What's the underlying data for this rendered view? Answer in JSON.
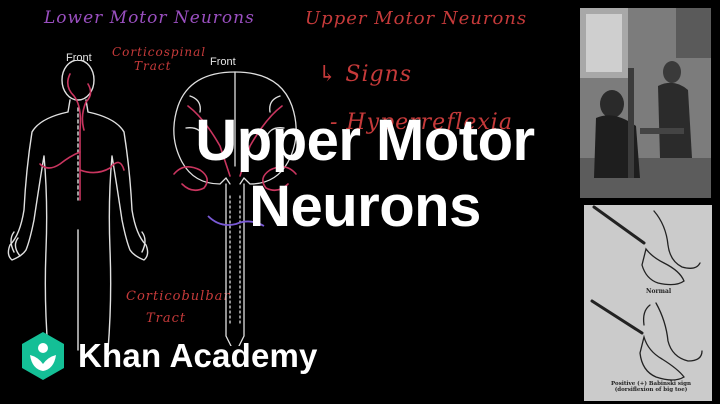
{
  "video_title": {
    "line1": "Upper Motor",
    "line2": "Neurons"
  },
  "handwriting": {
    "lower_motor_neurons": "Lower Motor Neurons",
    "upper_motor_neurons": "Upper Motor Neurons",
    "signs": "↳ Signs",
    "hyperreflexia": "- Hyperreflexia",
    "corticospinal_line1": "Corticospinal",
    "corticospinal_line2": "Tract",
    "corticobulbar_line1": "Corticobulbar",
    "corticobulbar_line2": "Tract"
  },
  "figure_labels": {
    "front_body": "Front",
    "front_brain": "Front"
  },
  "babinski": {
    "normal_caption": "Normal",
    "positive_caption_line1": "Positive (+) Babinski sign",
    "positive_caption_line2": "(dorsiflexion of big toe)"
  },
  "brand": {
    "name": "Khan Academy",
    "logo_icon": "khan-academy-leaf-icon",
    "logo_color": "#14bf96"
  }
}
